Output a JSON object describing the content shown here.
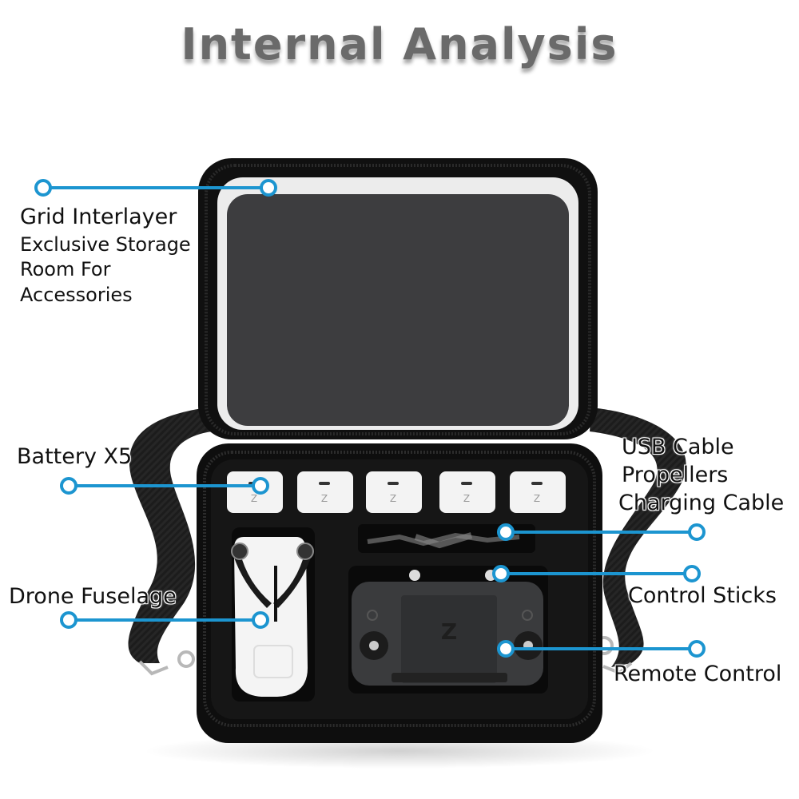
{
  "header": {
    "title": "Internal Analysis"
  },
  "colors": {
    "accent": "#1c95d0",
    "title": "#6a6a6a",
    "case": "#111111",
    "lid_panel": "#3d3d3f",
    "lid_trim": "#ececec",
    "battery": "#f3f3f3"
  },
  "callouts": [
    {
      "id": "grid-interlayer",
      "lines": [
        "Grid Interlayer",
        "Exclusive Storage",
        "Room For",
        "Accessories"
      ]
    },
    {
      "id": "battery",
      "lines": [
        "Battery X5"
      ]
    },
    {
      "id": "drone-fuselage",
      "lines": [
        "Drone Fuselage"
      ]
    },
    {
      "id": "cables",
      "lines": [
        "USB Cable",
        "Propellers",
        "Charging Cable"
      ]
    },
    {
      "id": "control-sticks",
      "lines": [
        "Control Sticks"
      ]
    },
    {
      "id": "remote-control",
      "lines": [
        "Remote Control"
      ]
    }
  ],
  "product": {
    "battery_count": 5,
    "logo_glyph": "Z"
  }
}
